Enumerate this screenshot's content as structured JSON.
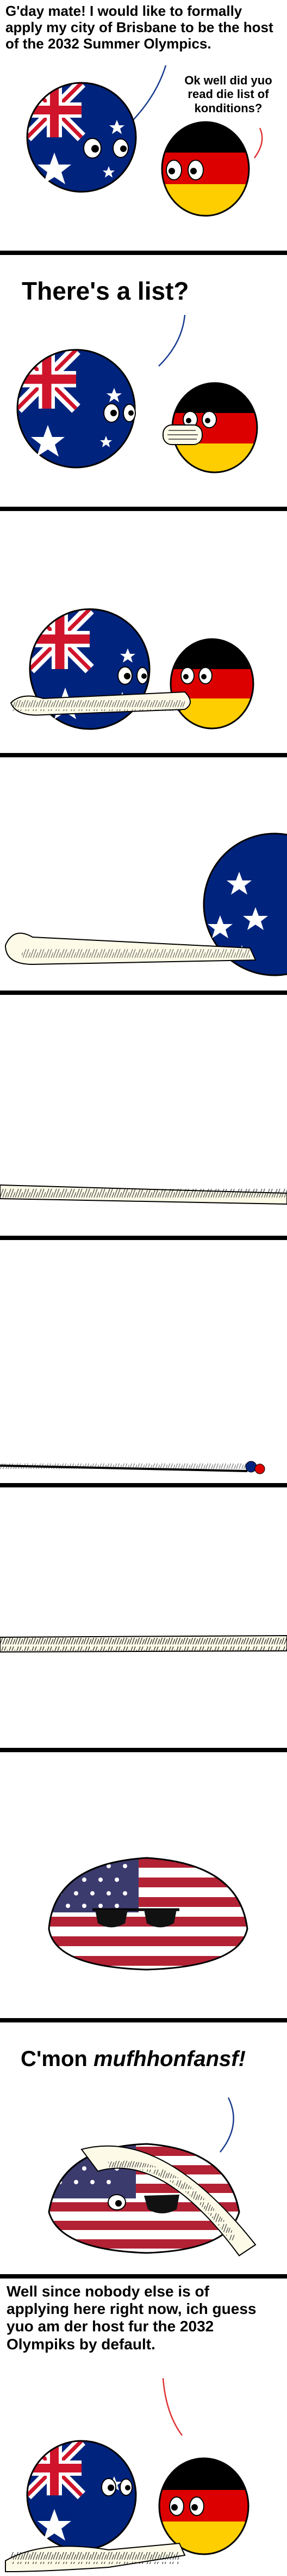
{
  "panels": [
    {
      "id": 1,
      "dialogue": [
        {
          "speaker": "australia",
          "text": "G'day mate! I would like to formally apply my city of Brisbane to be the host of the 2032 Summer Olympics."
        },
        {
          "speaker": "germany",
          "text": "Ok well did yuo read die list of konditions?"
        }
      ]
    },
    {
      "id": 2,
      "dialogue": [
        {
          "speaker": "australia",
          "text": "There's a list?"
        }
      ]
    },
    {
      "id": 3,
      "dialogue": []
    },
    {
      "id": 4,
      "dialogue": []
    },
    {
      "id": 5,
      "dialogue": []
    },
    {
      "id": 6,
      "dialogue": []
    },
    {
      "id": 7,
      "dialogue": []
    },
    {
      "id": 8,
      "dialogue": []
    },
    {
      "id": 9,
      "dialogue": [
        {
          "speaker": "usa",
          "text_prefix": "C'mon ",
          "text_emphasis": "mufhhonfansf!"
        }
      ]
    },
    {
      "id": 10,
      "dialogue": [
        {
          "speaker": "germany",
          "text": "Well since nobody else is of applying here right now, ich guess yuo am der host fur the 2032 Olympiks by default."
        }
      ]
    }
  ],
  "colors": {
    "australia_blue": "#00247d",
    "union_red": "#cf142b",
    "germany_black": "#000000",
    "germany_red": "#dd0000",
    "germany_gold": "#ffce00",
    "usa_red": "#b22234",
    "usa_blue": "#3c3b6e",
    "paper": "#fdfbe8"
  }
}
